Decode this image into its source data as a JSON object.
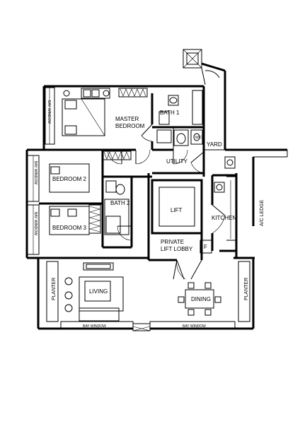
{
  "rooms": {
    "master_bedroom_1": "MASTER",
    "master_bedroom_2": "BEDROOM",
    "bath1": "BATH 1",
    "yard": "YARD",
    "utility": "UTILITY",
    "bedroom2": "BEDROOM 2",
    "bedroom3": "BEDROOM 3",
    "bath2": "BATH 2",
    "lift": "LIFT",
    "kitchen": "KITCHEN",
    "private_lift_lobby_1": "PRIVATE",
    "private_lift_lobby_2": "LIFT LOBBY",
    "f_box": "F",
    "living": "LIVING",
    "dining": "DINING",
    "ac_ledge": "A/C LEDGE",
    "planter_left": "PLANTER",
    "planter_right": "PLANTER",
    "bay_window_bottom_left": "BAY WINDOW",
    "bay_window_bottom_right": "BAY WINDOW",
    "bay_window_master": "BAY WINDOW",
    "bay_window_bed2": "BAY WINDOW",
    "bay_window_bed3": "BAY WINDOW",
    "wc": "W.C"
  }
}
